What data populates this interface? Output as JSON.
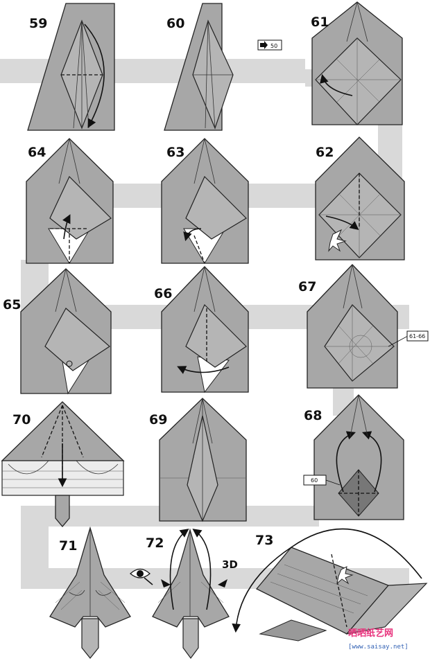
{
  "steps": {
    "s59": "59",
    "s60": "60",
    "s61": "61",
    "s62": "62",
    "s63": "63",
    "s64": "64",
    "s65": "65",
    "s66": "66",
    "s67": "67",
    "s68": "68",
    "s69": "69",
    "s70": "70",
    "s71": "71",
    "s72": "72",
    "s73": "73"
  },
  "refs": {
    "arrow_to_50": "50",
    "repeat_61_66": "61-66",
    "ref_60": "60"
  },
  "label_3d": "3D",
  "watermark": {
    "title": "晒晒纸艺网",
    "url": "[www.saisay.net]"
  }
}
